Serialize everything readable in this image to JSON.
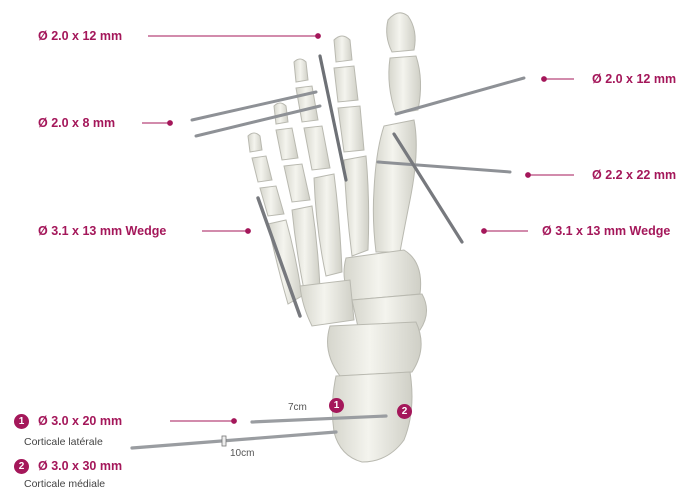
{
  "colors": {
    "accent": "#a4175a",
    "bone": "#eeeee6",
    "bone_shade": "#c9c9bf",
    "screw": "#8e9196",
    "text_gray": "#444444"
  },
  "labels": {
    "left_top": "Ø 2.0 x 12 mm",
    "left_mid": "Ø 2.0 x 8 mm",
    "left_wedge": "Ø 3.1 x 13 mm Wedge",
    "right_top": "Ø 2.0 x 12 mm",
    "right_mid": "Ø 2.2 x 22 mm",
    "right_wedge": "Ø 3.1 x 13 mm Wedge"
  },
  "legend": {
    "item1": {
      "number": "1",
      "size": "Ø 3.0 x 20 mm",
      "description": "Corticale latérale"
    },
    "item2": {
      "number": "2",
      "size": "Ø 3.0 x 30 mm",
      "description": "Corticale médiale"
    }
  },
  "measurements": {
    "short": "7cm",
    "long": "10cm"
  },
  "callouts": {
    "one": "1",
    "two": "2"
  }
}
